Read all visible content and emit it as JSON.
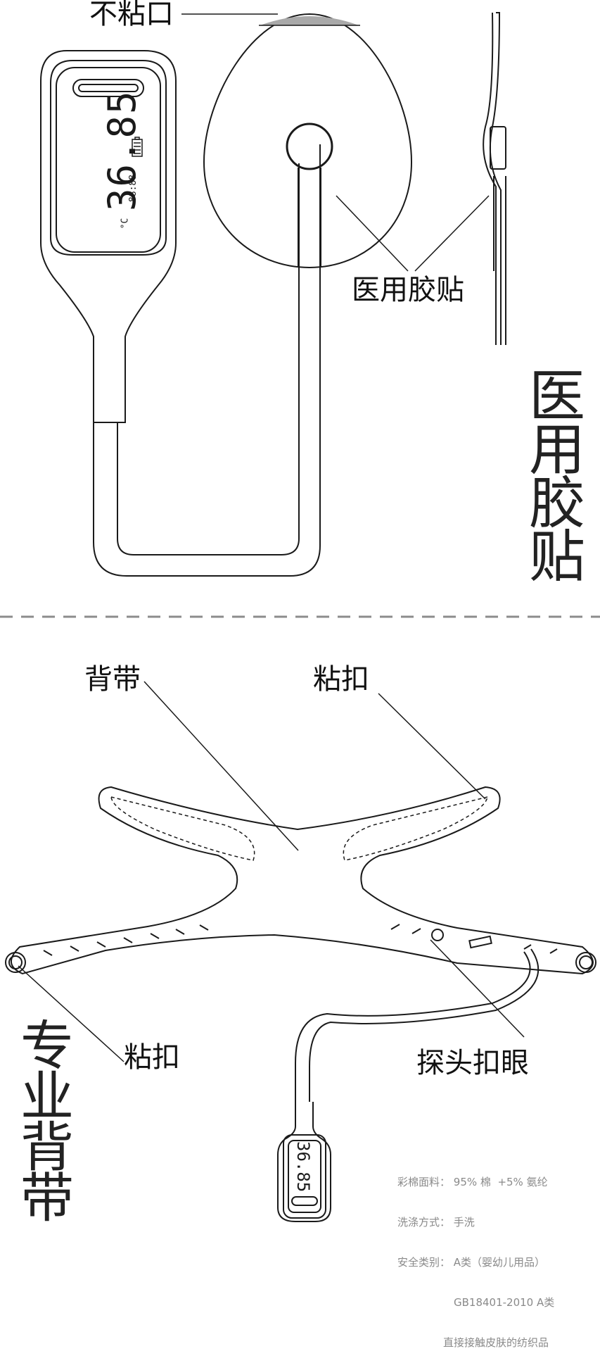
{
  "labels": {
    "no_stick_top": "不粘口",
    "medical_patch": "医用胶贴",
    "back_strap": "背带",
    "velcro_right": "粘扣",
    "velcro_left": "粘扣",
    "probe_eyelet": "探头扣眼"
  },
  "vertical_titles": {
    "medical_patch": "医用胶贴",
    "pro_strap": "专业背带"
  },
  "device": {
    "temperature": "36.85",
    "unit": "°C",
    "time": "88:88"
  },
  "specs": [
    {
      "key": "彩棉面料：",
      "value": "95% 棉  +5% 氨纶"
    },
    {
      "key": "洗涤方式：",
      "value": "手洗"
    },
    {
      "key": "安全类别：",
      "value": "A类（婴幼儿用品）"
    },
    {
      "key": "",
      "value": "GB18401-2010 A类"
    },
    {
      "key": "",
      "value": "直接接触皮肤的纺织品"
    }
  ],
  "colors": {
    "line": "#1a1a1a",
    "no_stick_fill": "#a9a9a9",
    "divider": "#8c8c8c",
    "spec_text": "#8a8a8a"
  }
}
